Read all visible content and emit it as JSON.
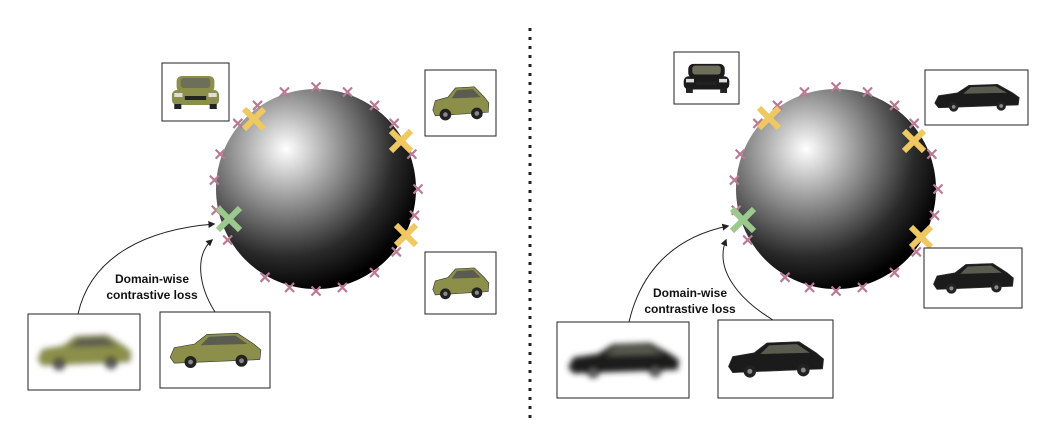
{
  "panels": [
    {
      "id": "left",
      "loss_label_line1": "Domain-wise",
      "loss_label_line2": "contrastive loss",
      "car_color": "#8c8f4a",
      "views": [
        "front",
        "three-quarter",
        "rear-three-quarter"
      ],
      "input_images": [
        "blurred-car",
        "rendered-car"
      ]
    },
    {
      "id": "right",
      "loss_label_line1": "Domain-wise",
      "loss_label_line2": "contrastive loss",
      "car_color": "#1b1b1b",
      "views": [
        "front",
        "three-quarter",
        "rear-three-quarter"
      ],
      "input_images": [
        "blurred-car",
        "rendered-car"
      ]
    }
  ],
  "colors": {
    "negative_marker": "#b97a94",
    "hard_negative_marker": "#f0c862",
    "positive_marker": "#9cc98e",
    "divider": "#222222",
    "sphere_dark": "#000000",
    "sphere_light": "#ffffff"
  },
  "markers": {
    "negative_symbol": "x",
    "hard_negative_symbol": "X",
    "positive_symbol": "X"
  }
}
